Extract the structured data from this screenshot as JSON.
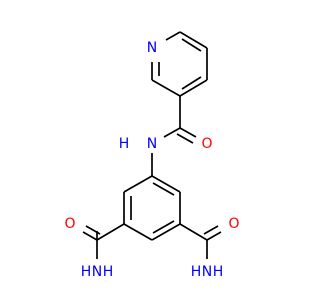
{
  "structure": {
    "atom_labels": {
      "pyridine_n": "N",
      "amide1_nh": "N",
      "amide1_h": "H",
      "amide1_o": "O",
      "amide2_o": "O",
      "amide2_n": "N",
      "amide2_h1": "H",
      "amide2_h2": "H",
      "amide3_o": "O",
      "amide3_n": "N",
      "amide3_h1": "H",
      "amide3_h2": "H"
    }
  },
  "colors": {
    "nitrogen": "#0000ff",
    "oxygen": "#ff0000",
    "carbon_bond": "#000000",
    "background": "#ffffff"
  }
}
